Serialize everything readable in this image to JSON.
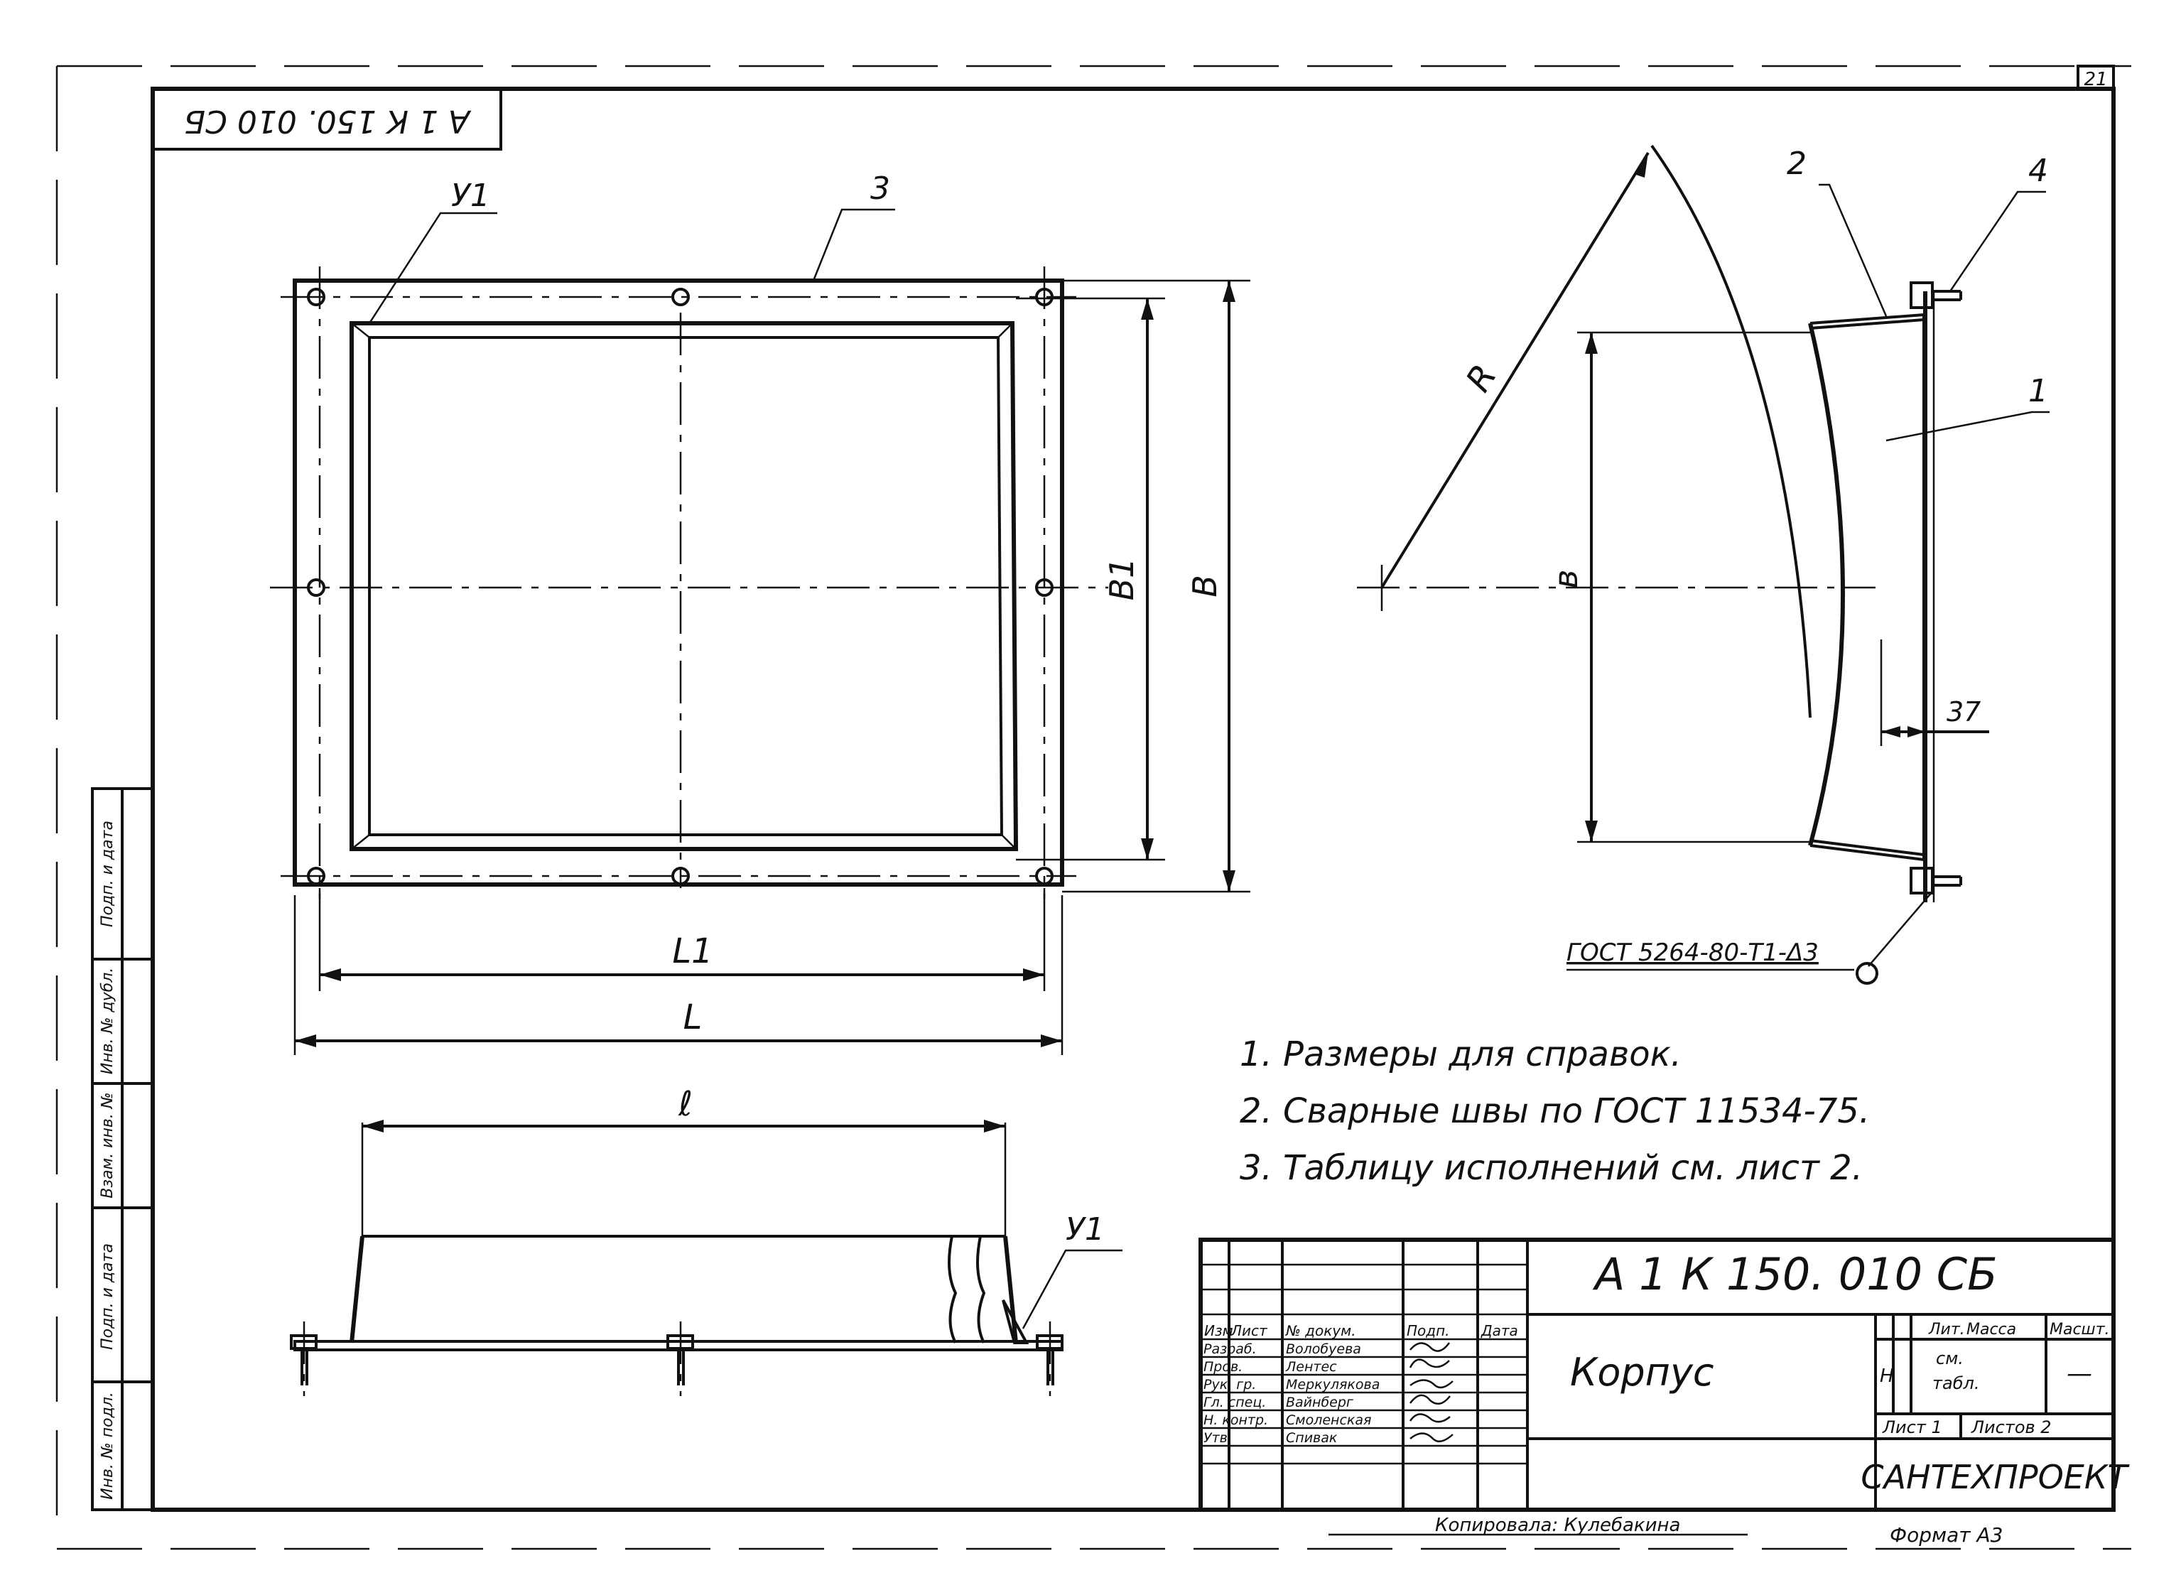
{
  "sheet_number": "21",
  "rotated_code": "А 1 К 150. 010 СБ",
  "side_stamp": [
    "Инв. № подл.",
    "Подп. и дата",
    "Взам. инв. №",
    "Инв. № дубл.",
    "Подп. и дата"
  ],
  "callouts": {
    "c1": "1",
    "c2": "2",
    "c3": "3",
    "c4": "4",
    "y1_top": "У1",
    "y1_bottom": "У1"
  },
  "dimensions": {
    "L1": "L1",
    "L": "L",
    "B1": "В1",
    "B": "В",
    "b": "в",
    "R": "R",
    "l": "ℓ",
    "d37": "37"
  },
  "weld_note": "ГОСТ 5264-80-Т1-Δ3",
  "notes": [
    "1. Размеры для справок.",
    "2. Сварные швы по ГОСТ 11534-75.",
    "3. Таблицу исполнений см. лист 2."
  ],
  "title_block": {
    "designation": "А 1 К 150. 010 СБ",
    "name": "Корпус",
    "headers": {
      "izm": "Изм",
      "list": "Лист",
      "ndoc": "№ докум.",
      "podp": "Подп.",
      "data": "Дата"
    },
    "roles": [
      {
        "role": "Разраб.",
        "person": "Волобуева"
      },
      {
        "role": "Пров.",
        "person": "Лентес"
      },
      {
        "role": "Рук. гр.",
        "person": "Меркулякова"
      },
      {
        "role": "Гл. спец.",
        "person": "Вайнберг"
      },
      {
        "role": "Н. контр.",
        "person": "Смоленская"
      },
      {
        "role": "Утв.",
        "person": "Спивак"
      }
    ],
    "lit_label": "Лит.",
    "mass_label": "Масса",
    "scale_label": "Масшт.",
    "lit_value": "Н",
    "mass_value_1": "см.",
    "mass_value_2": "табл.",
    "scale_value": "—",
    "sheet_label": "Лист 1",
    "sheets_label": "Листов 2",
    "org": "САНТЕХПРОЕКТ"
  },
  "footer": {
    "copied": "Копировала: Кулебакина",
    "format": "Формат А3"
  }
}
